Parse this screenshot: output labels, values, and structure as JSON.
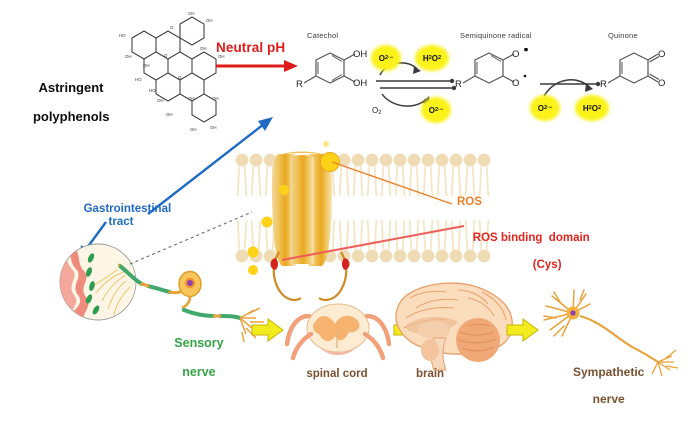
{
  "figure": {
    "title_present": false,
    "background": "#ffffff",
    "domain": "biomedical-mechanism-diagram"
  },
  "left_panel": {
    "source_label": "Astringent\npolyphenols",
    "source_label_line1": "Astringent",
    "source_label_line2": "polyphenols",
    "structure_name": "condensed-tannin-proanthocyanidin",
    "structure_substituents": [
      "OH",
      "HO",
      "O"
    ],
    "reaction_arrow_label": "Neutral pH",
    "reaction_arrow_color": "#e01b1b"
  },
  "chemistry": {
    "species": [
      {
        "name": "Catechol",
        "substituent": "R",
        "groups": [
          "OH",
          "OH"
        ]
      },
      {
        "name": "Semiquinone radical",
        "substituent": "R",
        "groups": [
          "O•",
          "O·"
        ]
      },
      {
        "name": "Quinone",
        "substituent": "R",
        "groups": [
          "O",
          "O"
        ]
      }
    ],
    "step1": {
      "reactant_top": "O2·−",
      "product_top": "H2O2",
      "reactant_bottom": "O2",
      "product_bottom": "O2·−"
    },
    "step2": {
      "reactant": "O2·−",
      "product": "H2O2"
    },
    "highlight_color": "#fbf21a"
  },
  "gi": {
    "label_line1": "Gastrointestinal",
    "label_line2": "tract",
    "label_color": "#1f6bc4",
    "arrow_color": "#1f6bc4"
  },
  "membrane": {
    "ros_label": "ROS",
    "ros_label_color": "#e8812a",
    "binding_label_line1": "ROS binding  domain",
    "binding_label_line2": "(Cys)",
    "binding_label_color": "#e3241f",
    "channel_color": "#e8a92b",
    "bilayer_color": "#f0dcb4",
    "ros_particle_color": "#ffd21a",
    "ros_particle_count": 5
  },
  "neural_pathway": {
    "nodes": [
      {
        "id": "sensory-nerve",
        "label_line1": "Sensory",
        "label_line2": "nerve",
        "color": "#35a446"
      },
      {
        "id": "spinal-cord",
        "label_line1": "spinal cord",
        "label_line2": "",
        "color": "#7a5230"
      },
      {
        "id": "brain",
        "label_line1": "brain",
        "label_line2": "",
        "color": "#7a5230"
      },
      {
        "id": "sympathetic-nerve",
        "label_line1": "Sympathetic",
        "label_line2": "nerve",
        "color": "#7a5230"
      }
    ],
    "arrow_color": "#f2ec1e",
    "arrow_count": 3
  }
}
